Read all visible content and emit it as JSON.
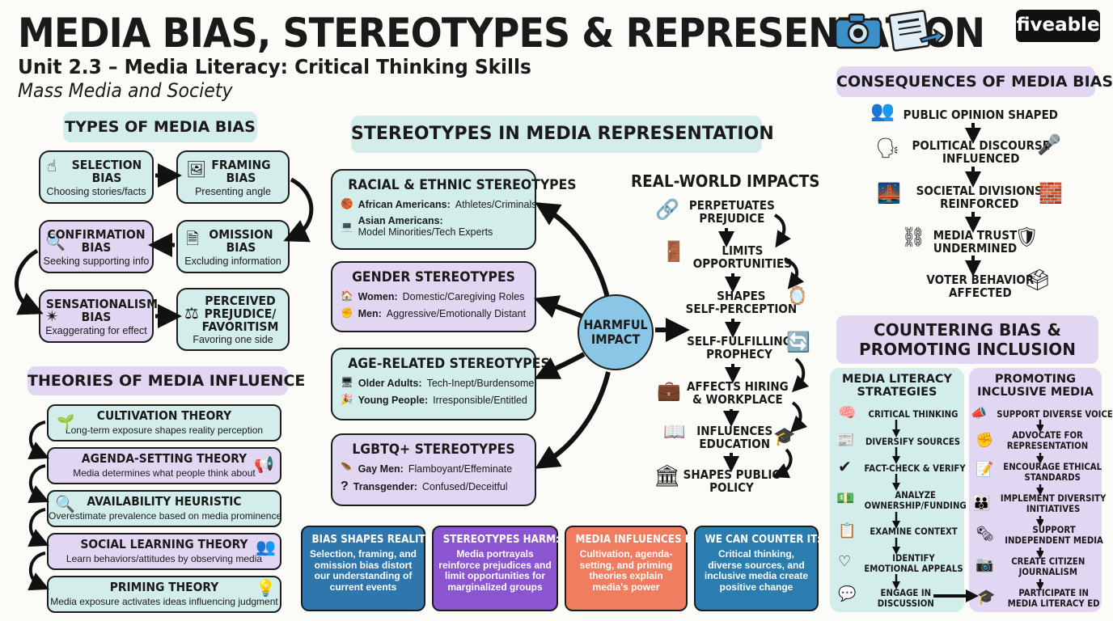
{
  "header": {
    "title": "MEDIA BIAS, STEREOTYPES & REPRESENTATION",
    "subtitle": "Unit 2.3 – Media Literacy: Critical Thinking Skills",
    "course": "Mass Media and Society",
    "brand": "fiveable"
  },
  "types_of_bias": {
    "heading": "TYPES OF MEDIA BIAS",
    "items": [
      {
        "title": "SELECTION\nBIAS",
        "desc": "Choosing stories/facts"
      },
      {
        "title": "FRAMING\nBIAS",
        "desc": "Presenting angle"
      },
      {
        "title": "CONFIRMATION\nBIAS",
        "desc": "Seeking supporting info"
      },
      {
        "title": "OMISSION\nBIAS",
        "desc": "Excluding information"
      },
      {
        "title": "SENSATIONALISM\nBIAS",
        "desc": "Exaggerating for effect"
      },
      {
        "title": "PERCEIVED\nPREJUDICE/\nFAVORITISM",
        "desc": "Favoring one side"
      }
    ]
  },
  "theories": {
    "heading": "THEORIES OF MEDIA INFLUENCE",
    "items": [
      {
        "title": "CULTIVATION THEORY",
        "desc": "Long-term exposure shapes reality perception"
      },
      {
        "title": "AGENDA-SETTING THEORY",
        "desc": "Media determines what people think about"
      },
      {
        "title": "AVAILABILITY HEURISTIC",
        "desc": "Overestimate prevalence based on media prominence"
      },
      {
        "title": "SOCIAL LEARNING THEORY",
        "desc": "Learn behaviors/attitudes by observing media"
      },
      {
        "title": "PRIMING THEORY",
        "desc": "Media exposure activates ideas influencing judgment"
      }
    ]
  },
  "stereotypes": {
    "heading": "STEREOTYPES IN MEDIA REPRESENTATION",
    "groups": [
      {
        "title": "RACIAL & ETHNIC STEREOTYPES",
        "rows": [
          {
            "key": "African Americans:",
            "val": "Athletes/Criminals"
          },
          {
            "key": "Asian Americans:",
            "val": "Model Minorities/Tech Experts"
          }
        ]
      },
      {
        "title": "GENDER STEREOTYPES",
        "rows": [
          {
            "key": "Women:",
            "val": "Domestic/Caregiving Roles"
          },
          {
            "key": "Men:",
            "val": "Aggressive/Emotionally Distant"
          }
        ]
      },
      {
        "title": "AGE-RELATED STEREOTYPES",
        "rows": [
          {
            "key": "Older Adults:",
            "val": "Tech-Inept/Burdensome"
          },
          {
            "key": "Young People:",
            "val": "Irresponsible/Entitled"
          }
        ]
      },
      {
        "title": "LGBTQ+ STEREOTYPES",
        "rows": [
          {
            "key": "Gay Men:",
            "val": "Flamboyant/Effeminate"
          },
          {
            "key": "Transgender:",
            "val": "Confused/Deceitful"
          }
        ]
      }
    ],
    "hub": "HARMFUL\nIMPACT"
  },
  "impacts": {
    "heading": "REAL-WORLD IMPACTS",
    "items": [
      "PERPETUATES\nPREJUDICE",
      "LIMITS\nOPPORTUNITIES",
      "SHAPES\nSELF-PERCEPTION",
      "SELF-FULFILLING\nPROPHECY",
      "AFFECTS HIRING\n& WORKPLACE",
      "INFLUENCES\nEDUCATION",
      "SHAPES PUBLIC\nPOLICY"
    ]
  },
  "consequences": {
    "heading": "CONSEQUENCES OF MEDIA BIAS",
    "items": [
      "PUBLIC OPINION SHAPED",
      "POLITICAL DISCOURSE\nINFLUENCED",
      "SOCIETAL DIVISIONS\nREINFORCED",
      "MEDIA TRUST\nUNDERMINED",
      "VOTER BEHAVIOR\nAFFECTED"
    ]
  },
  "countering": {
    "heading": "COUNTERING BIAS &\nPROMOTING INCLUSION",
    "literacy": {
      "heading": "MEDIA LITERACY\nSTRATEGIES",
      "items": [
        "CRITICAL THINKING",
        "DIVERSIFY SOURCES",
        "FACT-CHECK & VERIFY",
        "ANALYZE\nOWNERSHIP/FUNDING",
        "EXAMINE CONTEXT",
        "IDENTIFY\nEMOTIONAL APPEALS",
        "ENGAGE IN\nDISCUSSION"
      ]
    },
    "inclusive": {
      "heading": "PROMOTING\nINCLUSIVE MEDIA",
      "items": [
        "SUPPORT DIVERSE VOICES",
        "ADVOCATE FOR\nREPRESENTATION",
        "ENCOURAGE ETHICAL\nSTANDARDS",
        "IMPLEMENT DIVERSITY\nINITIATIVES",
        "SUPPORT\nINDEPENDENT MEDIA",
        "CREATE CITIZEN\nJOURNALISM",
        "PARTICIPATE IN\nMEDIA LITERACY ED"
      ]
    }
  },
  "summary": [
    {
      "title": "BIAS SHAPES REALITY:",
      "body": "Selection, framing, and omission bias distort our understanding of current events",
      "color": "#2f76ad"
    },
    {
      "title": "STEREOTYPES HARM:",
      "body": "Media portrayals reinforce prejudices and limit opportunities for marginalized groups",
      "color": "#8a55cf"
    },
    {
      "title": "MEDIA INFLUENCES BEHAVIOR:",
      "body": "Cultivation, agenda-setting, and priming theories explain media's power",
      "color": "#f07d5f"
    },
    {
      "title": "WE CAN COUNTER IT:",
      "body": "Critical thinking, diverse sources, and inclusive media create positive change",
      "color": "#2a7dae"
    }
  ],
  "colors": {
    "mint": "#d3eeea",
    "lavender": "#e1d7f3",
    "hub": "#8ac7e6"
  }
}
